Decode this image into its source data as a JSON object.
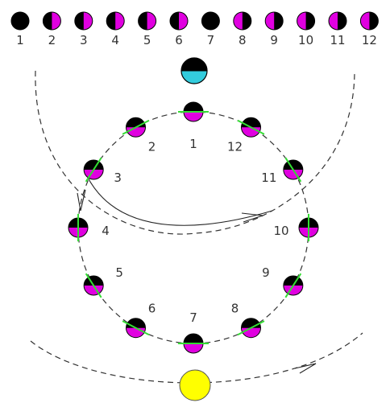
{
  "phase_strip": {
    "labels": [
      "1",
      "2",
      "3",
      "4",
      "5",
      "6",
      "7",
      "8",
      "9",
      "10",
      "11",
      "12"
    ],
    "lit": [
      0,
      0.5,
      0.5,
      0.5,
      0.5,
      0.5,
      0,
      0.5,
      0.5,
      0.5,
      0.5,
      0.5
    ],
    "lit_side": [
      "none",
      "right",
      "right",
      "right",
      "right",
      "right",
      "none",
      "left",
      "left",
      "left",
      "left",
      "left"
    ]
  },
  "orbit_labels": [
    "1",
    "2",
    "3",
    "4",
    "5",
    "6",
    "7",
    "8",
    "9",
    "10",
    "11",
    "12"
  ],
  "colors": {
    "dark": "#000000",
    "lit": "#e000e0",
    "earth_top": "#000000",
    "earth_bottom": "#33ccdd",
    "sun": "#ffff00",
    "terminator": "#33dd33",
    "line": "#333333"
  },
  "icons": {
    "earth": "earth-icon",
    "sun": "sun-icon",
    "moon": "moon-icon"
  }
}
